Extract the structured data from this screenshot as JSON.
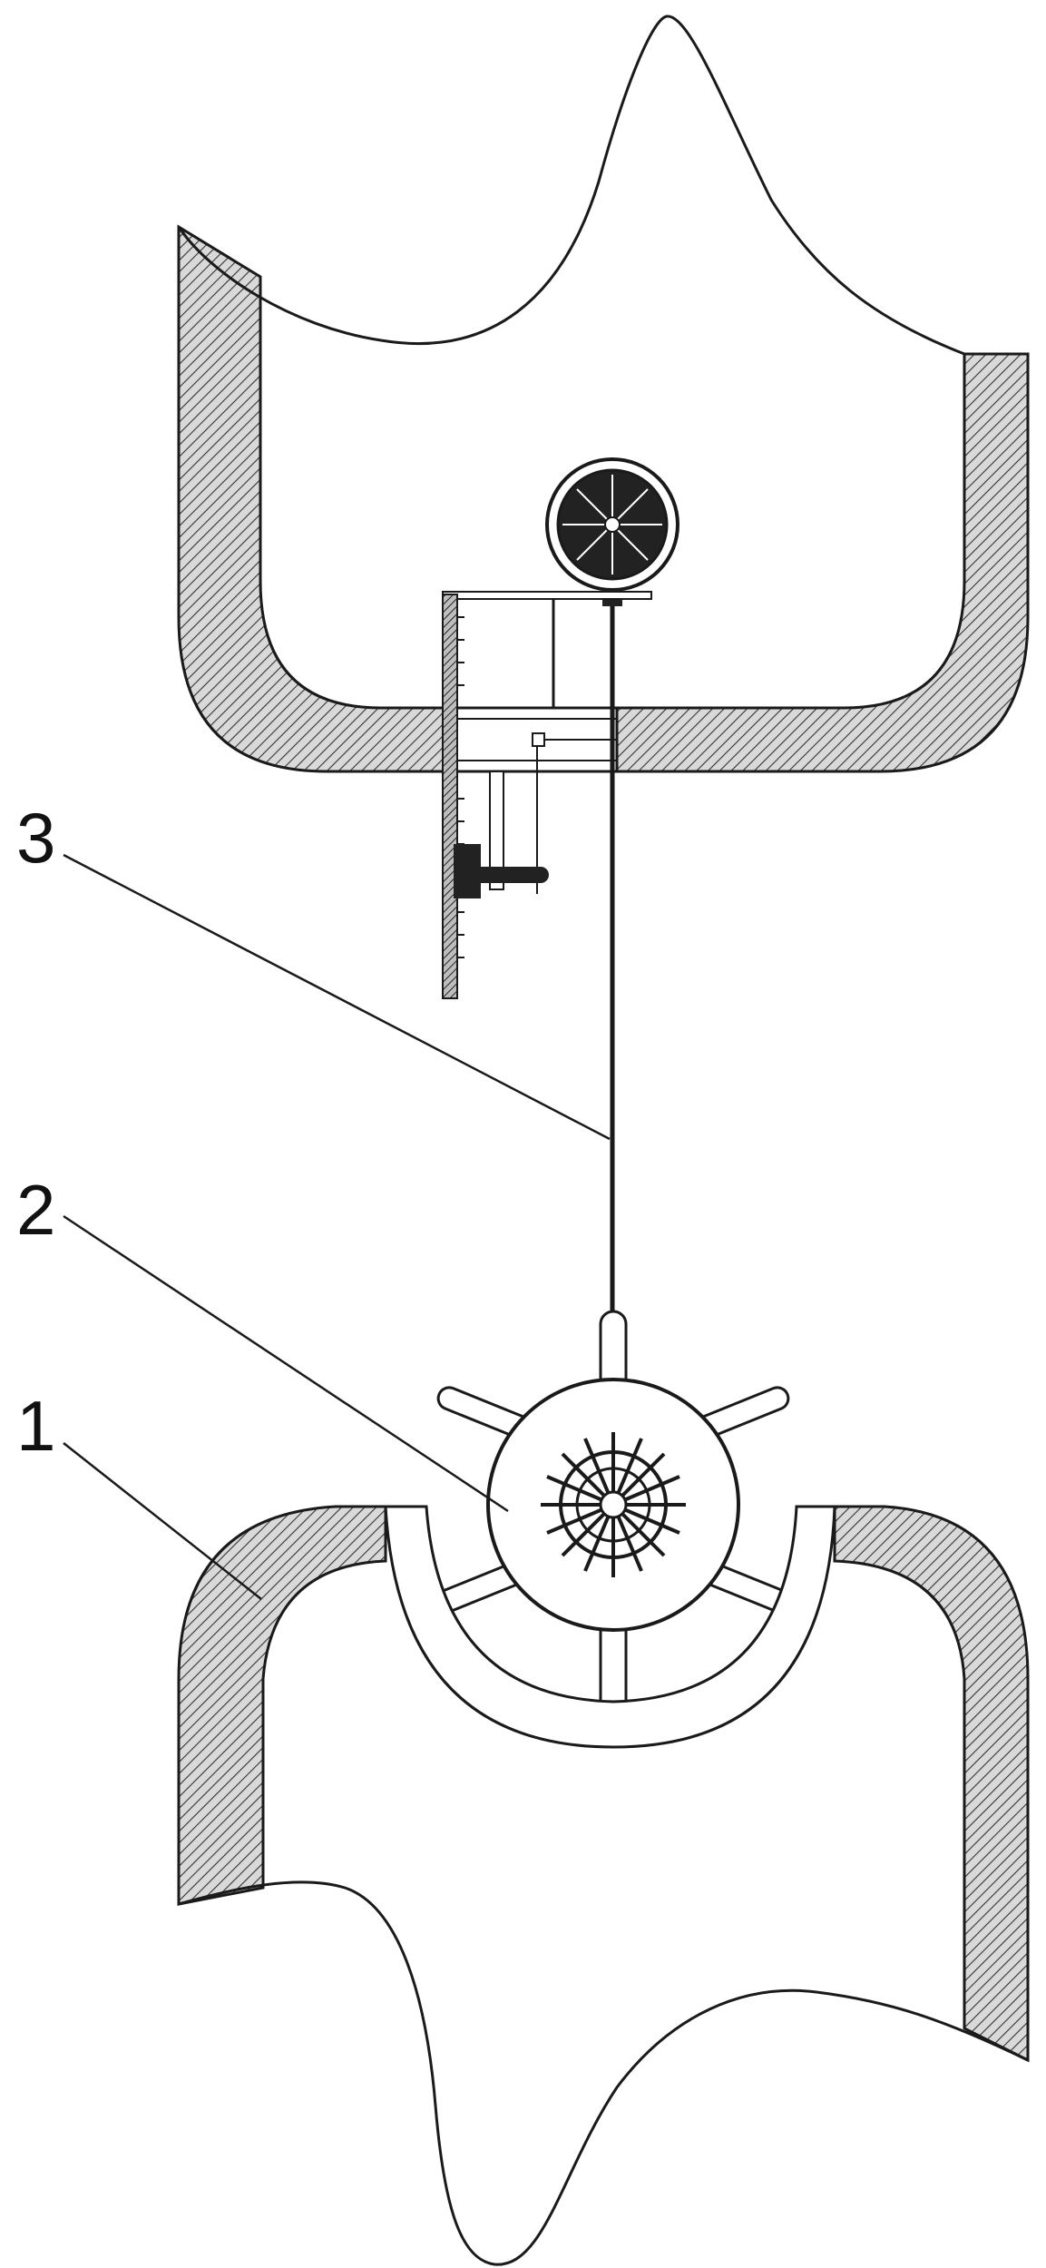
{
  "callouts": [
    {
      "id": "1",
      "text": "1"
    },
    {
      "id": "2",
      "text": "2"
    },
    {
      "id": "3",
      "text": "3"
    }
  ],
  "colors": {
    "line": "#1a1a1a",
    "wall_fill": "#d2d2d2",
    "background": "#ffffff"
  }
}
